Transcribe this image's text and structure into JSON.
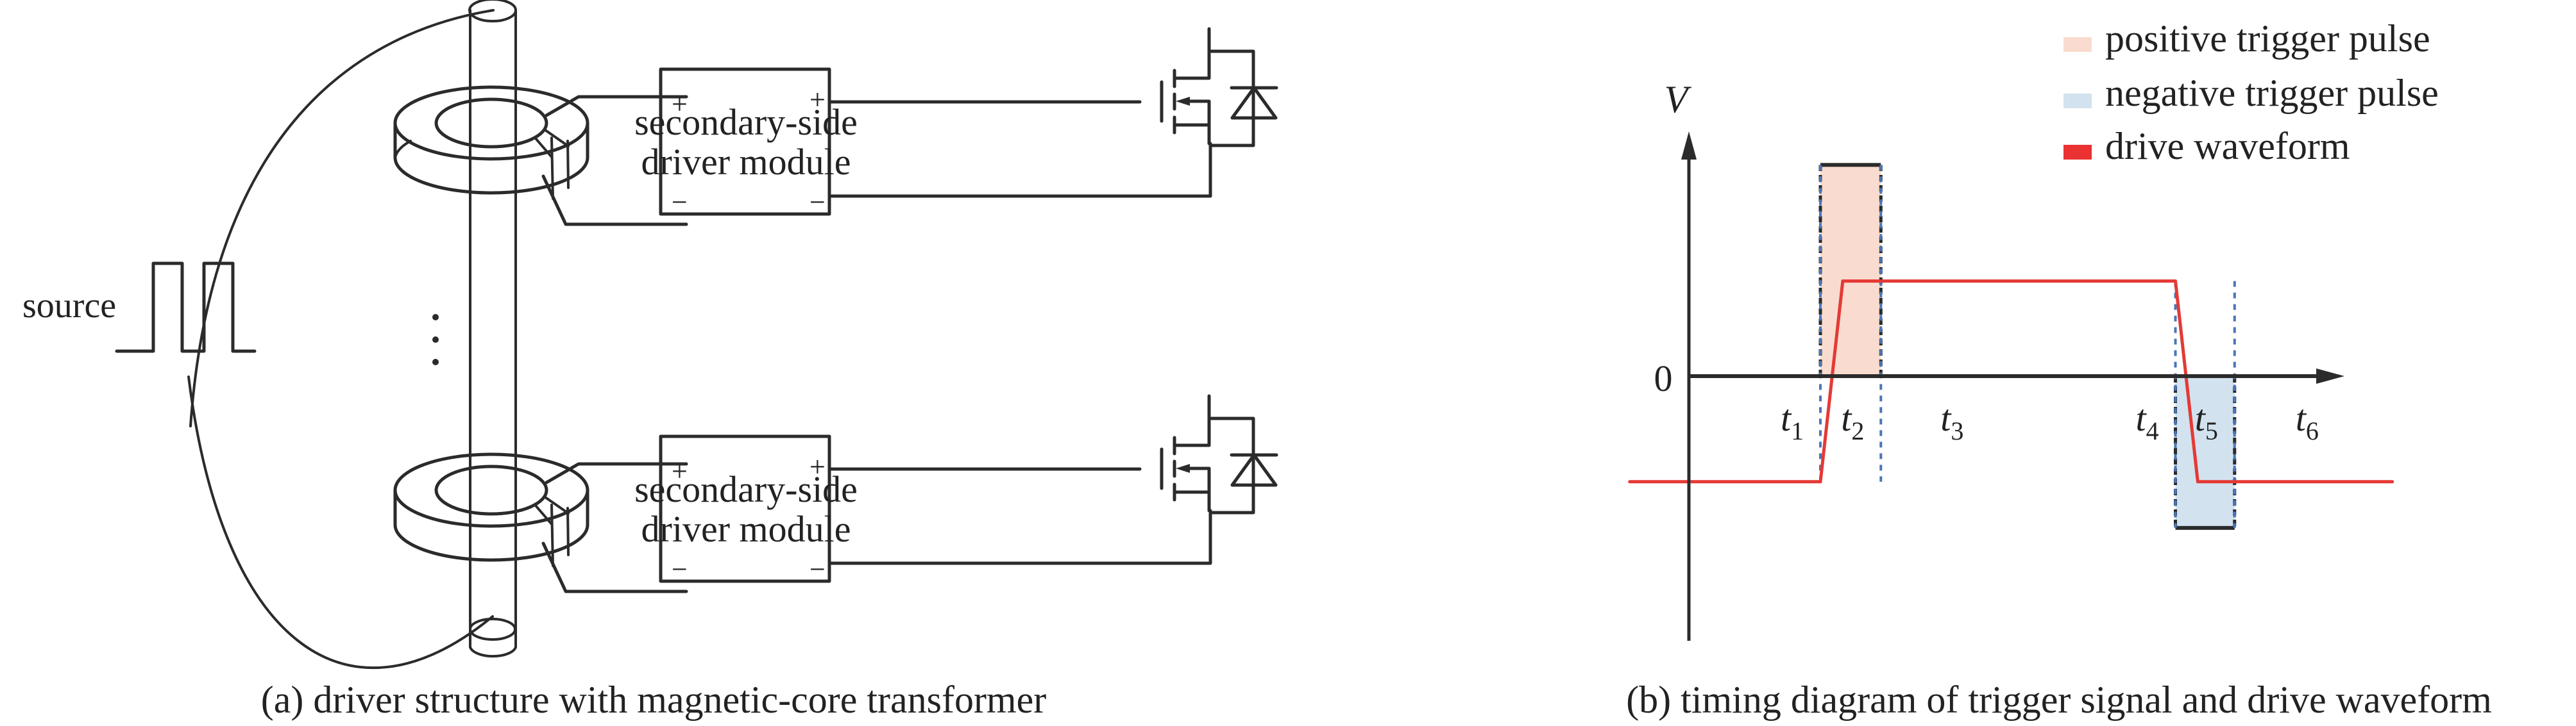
{
  "panel_a": {
    "caption": "(a) driver structure with magnetic-core transformer",
    "source_label": "source",
    "ellipsis": "⋮",
    "modules": [
      {
        "line1": "secondary-side",
        "line2": "driver module",
        "in_plus": "+",
        "in_minus": "−",
        "out_plus": "+",
        "out_minus": "−"
      },
      {
        "line1": "secondary-side",
        "line2": "driver module",
        "in_plus": "+",
        "in_minus": "−",
        "out_plus": "+",
        "out_minus": "−"
      }
    ],
    "icons": [
      "square-wave-source-icon",
      "toroid-core-icon",
      "mosfet-icon",
      "diode-icon"
    ]
  },
  "panel_b": {
    "caption": "(b) timing diagram of trigger signal and drive waveform"
  },
  "chart_data": {
    "type": "line",
    "title": "",
    "xlabel": "",
    "ylabel": "V",
    "y_origin_label": "0",
    "grid": false,
    "legend_position": "top-right",
    "legend": [
      {
        "label": "positive trigger pulse",
        "color": "#f9dccf"
      },
      {
        "label": "negative trigger pulse",
        "color": "#d2e2ef"
      },
      {
        "label": "drive waveform",
        "color": "#e53935"
      }
    ],
    "time_markers": [
      {
        "label": "t",
        "sub": "1",
        "t": 1.0,
        "dashed_line": true
      },
      {
        "label": "t",
        "sub": "2",
        "t": 1.46,
        "dashed_line": true
      },
      {
        "label": "t",
        "sub": "3",
        "t": 2.05,
        "dashed_line": false
      },
      {
        "label": "t",
        "sub": "4",
        "t": 3.7,
        "dashed_line": true
      },
      {
        "label": "t",
        "sub": "5",
        "t": 4.15,
        "dashed_line": true
      },
      {
        "label": "t",
        "sub": "6",
        "t": 4.75,
        "dashed_line": false
      }
    ],
    "x_range": [
      -0.45,
      5.1
    ],
    "y_range": [
      -1.25,
      1.85
    ],
    "series": [
      {
        "name": "positive trigger pulse",
        "kind": "pulse",
        "t_start": 1.0,
        "t_end": 1.46,
        "level": 1.6
      },
      {
        "name": "negative trigger pulse",
        "kind": "pulse",
        "t_start": 3.7,
        "t_end": 4.15,
        "level": -1.15
      },
      {
        "name": "drive waveform",
        "kind": "polyline",
        "points": [
          [
            -0.45,
            -0.8
          ],
          [
            1.0,
            -0.8
          ],
          [
            1.17,
            0.72
          ],
          [
            3.7,
            0.72
          ],
          [
            3.87,
            -0.8
          ],
          [
            5.35,
            -0.8
          ]
        ]
      }
    ],
    "colors": {
      "axis": "#2b2b2b",
      "dashed": "#4a76b8",
      "pos_fill": "#f9dccf",
      "neg_fill": "#d2e2ef",
      "drive": "#e53935"
    }
  }
}
